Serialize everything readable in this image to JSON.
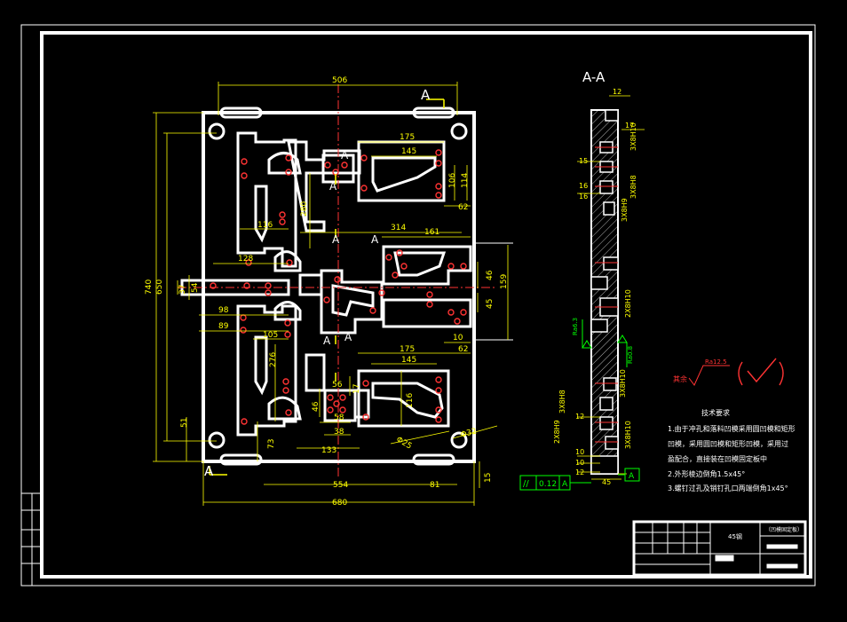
{
  "colors": {
    "background": "#000000",
    "frame": "#ffffff",
    "dimension": "#ffff00",
    "centerline": "#ff0000",
    "hatch": "#ffffff",
    "holes": "#ff3333",
    "tolerance": "#00ff00",
    "surface_mark": "#ff3333"
  },
  "main_view": {
    "dims": {
      "top_506": "506",
      "d175_top": "175",
      "d145_top": "145",
      "d314": "314",
      "d161": "161",
      "d106": "106",
      "d114": "114",
      "d62_top": "62",
      "d280": "280",
      "d116": "116",
      "d128": "128",
      "d740": "740",
      "d650": "650",
      "d37": "37",
      "d54": "54",
      "d46": "46",
      "d159": "159",
      "d45": "45",
      "d98": "98",
      "d89": "89",
      "d105": "105",
      "d276": "276",
      "d10": "10",
      "d175_bot": "175",
      "d145_bot": "145",
      "d62_bot": "62",
      "d17": "17",
      "d56": "56",
      "d46b": "46",
      "d116b": "116",
      "d51": "51",
      "d73": "73",
      "d58": "58",
      "d38": "38",
      "d133": "133",
      "d32": "Φ32",
      "d025": "Φ25",
      "d554": "554",
      "d81": "81",
      "d15": "15",
      "d680": "680"
    },
    "section_labels": {
      "a_top_right": "A",
      "a_center_top1": "A",
      "a_center_top2": "A",
      "a_center_mid1": "A",
      "a_center_mid2": "A",
      "a_center_bot1": "A",
      "a_center_bot2": "A",
      "a_bottom_left": "A"
    }
  },
  "section_view": {
    "title": "A-A",
    "dims": {
      "s12_top": "12",
      "s17": "17",
      "s15": "15",
      "s16a": "16",
      "s16b": "16",
      "s12b": "12",
      "s10a": "10",
      "s10b": "10",
      "s12c": "12",
      "s45": "45",
      "s_rot1": "3X8H10",
      "s_rot2": "3X8H8",
      "s_rot3": "3X8H9",
      "s_rot4": "2X8H10",
      "s_rot5": "3X8H10",
      "s_rot6": "3X8H8",
      "s_rot7": "2X8H9",
      "s_rot8": "3X8H10"
    },
    "roughness1": "Ra6.3",
    "roughness2": "Ra0.8",
    "tolerance_symbol": "//",
    "tolerance_value": "0.12",
    "tolerance_datum": "A",
    "datum_box": "A"
  },
  "surface_mark": {
    "label": "其余",
    "value": "Ra12.5"
  },
  "notes": {
    "heading": "技术要求",
    "line1": "1.由于冲孔和落料凹模采用圆凹模和矩形",
    "line2": "凹模，采用圆凹模和矩形凹模，采用过",
    "line3": "盈配合，直接装在凹模固定板中",
    "line4": "2.外形棱边倒角1.5x45°",
    "line5": "3.螺钉过孔及销钉孔口两端倒角1x45°"
  },
  "title_block": {
    "material": "45钢",
    "drawing_name": "（凹模固定板）"
  }
}
